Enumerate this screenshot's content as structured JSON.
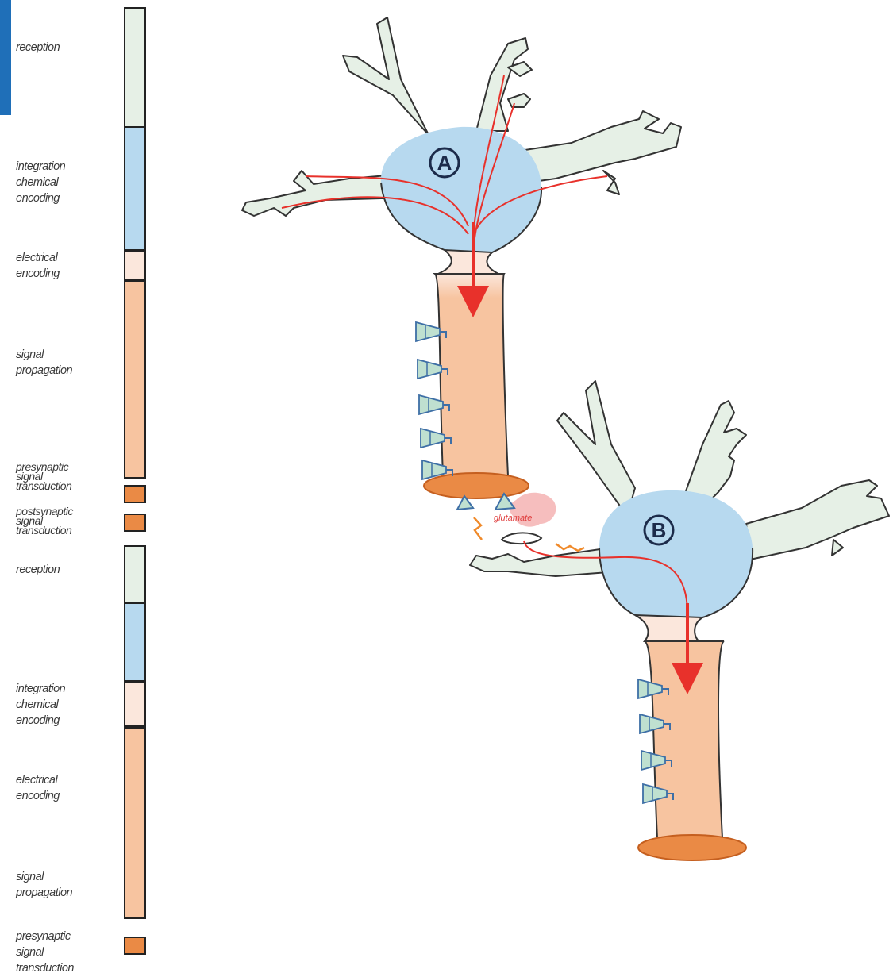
{
  "stages": [
    {
      "label": "reception",
      "color": "#e6f0e6"
    },
    {
      "label": "integration\nchemical\nencoding",
      "color": "#b7d9ef"
    },
    {
      "label": "electrical\nencoding",
      "color": "#fbe7dc"
    },
    {
      "label": "signal\npropagation",
      "color": "#f7c4a0"
    },
    {
      "label": "presynaptic\nsignal\ntransduction",
      "color": "#ea8a45"
    },
    {
      "label": "postsynaptic\nsignal\ntransduction",
      "color": "#ea8a45"
    },
    {
      "label": "reception",
      "color": "#e6f0e6"
    },
    {
      "label": "integration\nchemical\nencoding",
      "color": "#b7d9ef"
    },
    {
      "label": "electrical\nencoding",
      "color": "#fbe7dc"
    },
    {
      "label": "signal\npropagation",
      "color": "#f7c4a0"
    },
    {
      "label": "presynaptic\nsignal\ntransduction",
      "color": "#ea8a45"
    }
  ],
  "neurons": {
    "a": {
      "label": "A"
    },
    "b": {
      "label": "B"
    }
  },
  "synapse": {
    "transmitter_label": "glutamate"
  },
  "colors": {
    "dendrite": "#e6f0e6",
    "soma": "#b7d9ef",
    "axon_hillock": "#fbe7dc",
    "axon": "#f7c4a0",
    "terminal": "#ea8a45",
    "signal_arrow": "#e8312b",
    "outline": "#333333"
  }
}
